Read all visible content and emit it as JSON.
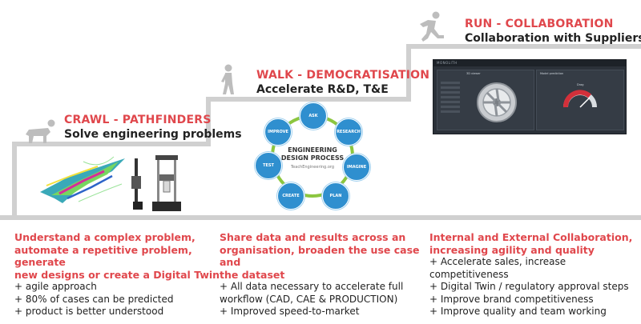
{
  "stages": {
    "crawl": {
      "title": "CRAWL - PATHFINDERS",
      "subtitle": "Solve engineering problems",
      "figure_icon": "crawling-person-icon",
      "images": [
        "aircraft-cfd-simulation-image",
        "material-testing-machine-image"
      ]
    },
    "walk": {
      "title": "WALK - DEMOCRATISATION",
      "subtitle": "Accelerate R&D, T&E",
      "figure_icon": "walking-person-icon",
      "cycle": {
        "center_line1": "ENGINEERING",
        "center_line2": "DESIGN PROCESS",
        "center_url": "TeachEngineering.org",
        "nodes": [
          "ASK",
          "RESEARCH",
          "IMAGINE",
          "PLAN",
          "CREATE",
          "TEST",
          "IMPROVE"
        ]
      }
    },
    "run": {
      "title": "RUN - COLLABORATION",
      "subtitle": "Collaboration with Suppliers",
      "figure_icon": "running-person-icon",
      "screenshot": {
        "brand": "MONOLITH",
        "panel1_title": "3D viewer",
        "panel2_title": "Model prediction",
        "gauge_label": "Drag"
      }
    }
  },
  "columns": [
    {
      "heading": [
        "Understand a complex problem,",
        "automate a repetitive problem, generate",
        "new designs or create a Digital Twin"
      ],
      "items": [
        "+ agile approach",
        "+ 80% of cases can be predicted",
        "+ product is better understood"
      ]
    },
    {
      "heading": [
        "Share data and results across an",
        "organisation, broaden the use case and",
        "the dataset"
      ],
      "items": [
        "+ All data necessary to accelerate full",
        "workflow (CAD, CAE & PRODUCTION)",
        "+ Improved speed-to-market"
      ]
    },
    {
      "heading": [
        "Internal and External Collaboration,",
        "increasing agility and quality"
      ],
      "items": [
        "+ Accelerate sales, increase competitiveness",
        "+ Digital Twin / regulatory approval steps",
        "+ Improve brand competitiveness",
        "+ Improve quality and team working"
      ]
    }
  ],
  "colors": {
    "accent_red": "#e0474c",
    "stair_gray": "#d0d0d0",
    "node_blue": "#2f8fcf",
    "gear_green": "#8cc63f"
  }
}
